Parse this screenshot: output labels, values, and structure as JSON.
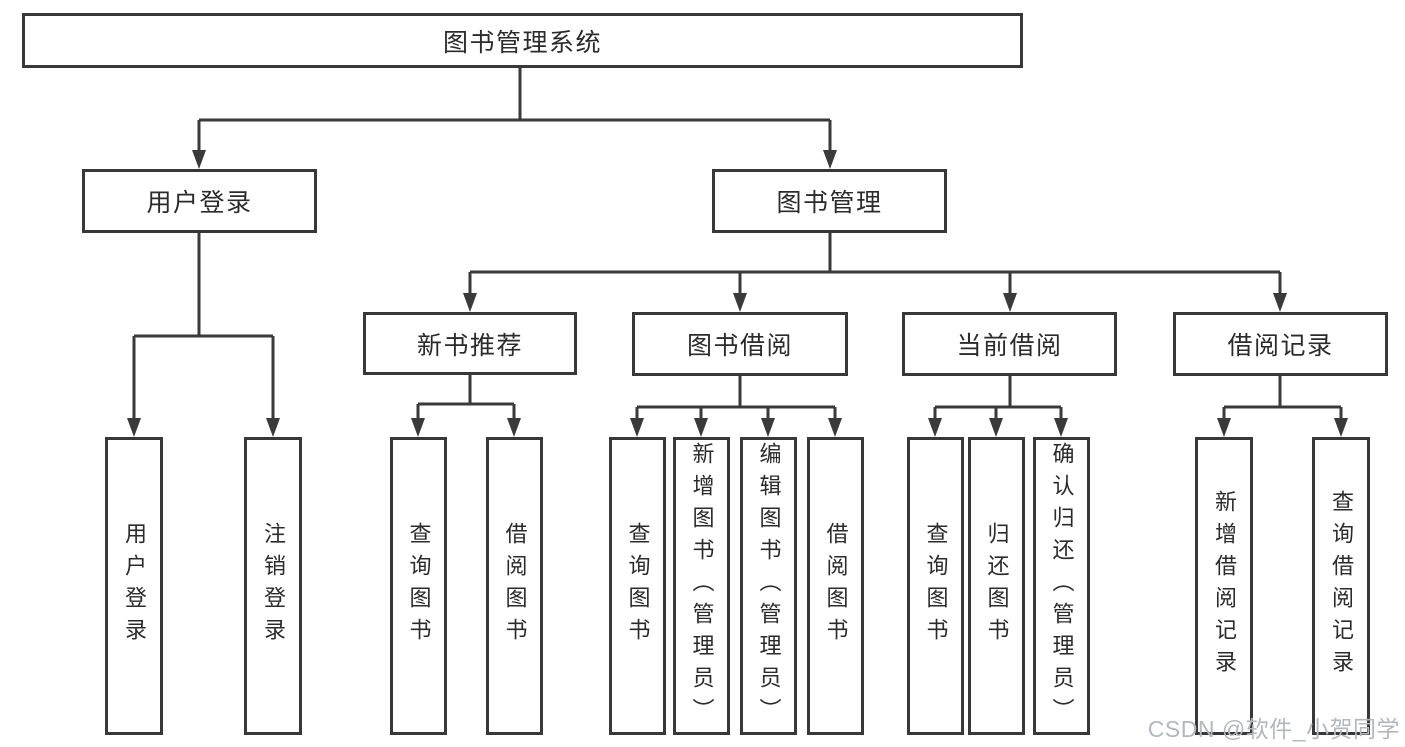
{
  "diagram": {
    "title": "图书管理系统",
    "colors": {
      "line": "#3a3a3a",
      "box_border": "#383838",
      "text": "#2b2b2b",
      "watermark": "#b3b8bd",
      "background": "#ffffff"
    },
    "level2": [
      {
        "label": "用户登录"
      },
      {
        "label": "图书管理"
      }
    ],
    "level3": [
      {
        "label": "新书推荐"
      },
      {
        "label": "图书借阅"
      },
      {
        "label": "当前借阅"
      },
      {
        "label": "借阅记录"
      }
    ],
    "leaves": {
      "user_login": [
        {
          "label": "用户登录"
        },
        {
          "label": "注销登录"
        }
      ],
      "new_books": [
        {
          "label": "查询图书"
        },
        {
          "label": "借阅图书"
        }
      ],
      "book_borrow": [
        {
          "label": "查询图书"
        },
        {
          "label": "新增图书（管理员）"
        },
        {
          "label": "编辑图书（管理员）"
        },
        {
          "label": "借阅图书"
        }
      ],
      "current_borrow": [
        {
          "label": "查询图书"
        },
        {
          "label": "归还图书"
        },
        {
          "label": "确认归还（管理员）"
        }
      ],
      "borrow_records": [
        {
          "label": "新增借阅记录"
        },
        {
          "label": "查询借阅记录"
        }
      ]
    },
    "watermark": "CSDN @软件_小贺同学"
  }
}
